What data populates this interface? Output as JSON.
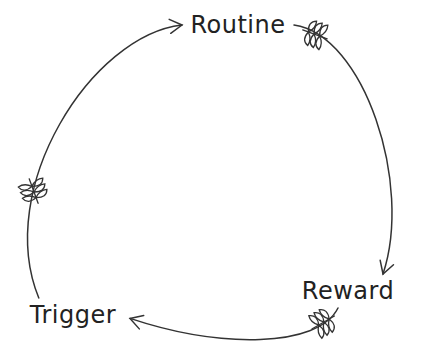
{
  "diagram": {
    "nodes": [
      {
        "text": [
          "Routine"
        ]
      },
      {
        "text": [
          "Reward"
        ]
      },
      {
        "text": [
          "Trigger"
        ]
      }
    ],
    "edges": [
      {
        "from": 2,
        "to": 0,
        "arrow": "to"
      },
      {
        "from": 0,
        "to": 1,
        "arrow": "to"
      },
      {
        "from": 1,
        "to": 2,
        "arrow": "to"
      }
    ]
  }
}
